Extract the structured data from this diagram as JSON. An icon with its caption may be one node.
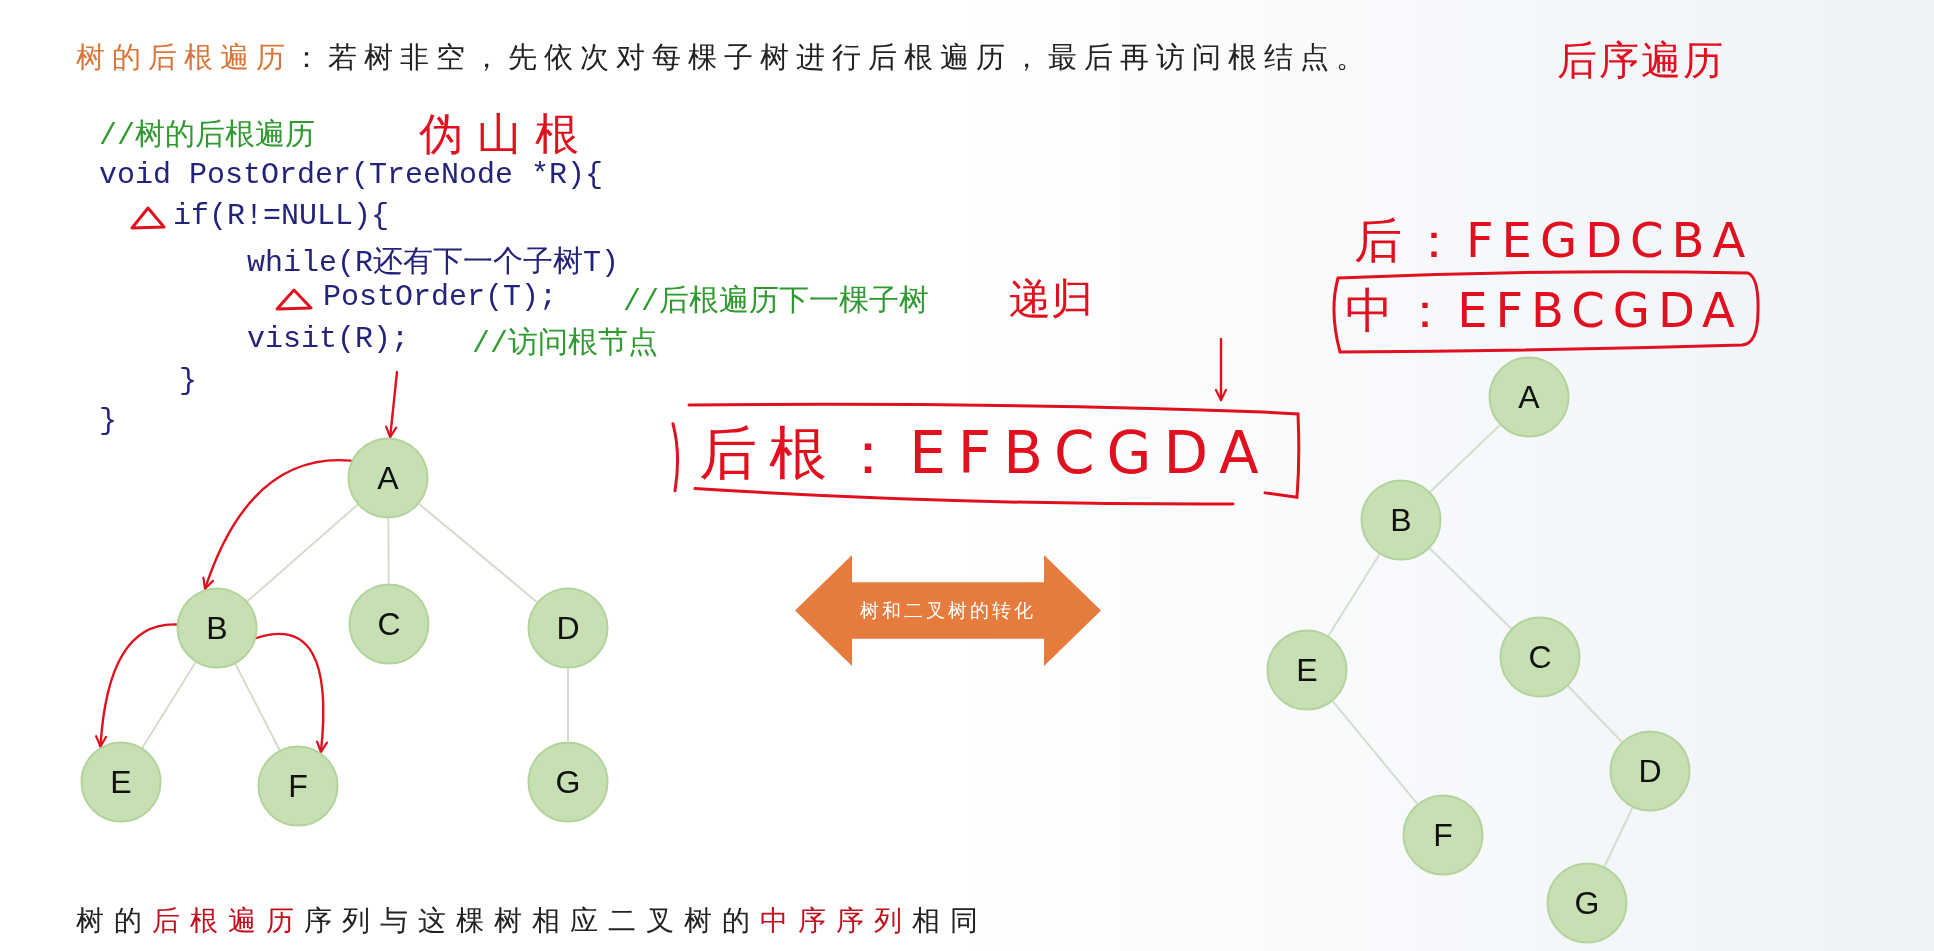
{
  "diagram": {
    "title": "**树的后根遍历**：若树非空，先依次对每棵子树进行后根遍历，最后再访问根结点。",
    "caption": "树的**后根遍历**序列与这棵树相应二叉树的**中序序列**相同",
    "nodes": [
      {
        "text": [
          "A"
        ]
      },
      {
        "text": [
          "B"
        ]
      },
      {
        "text": [
          "C"
        ]
      },
      {
        "text": [
          "D"
        ]
      },
      {
        "text": [
          "E"
        ]
      },
      {
        "text": [
          "F"
        ]
      },
      {
        "text": [
          "G"
        ]
      },
      {
        "text": [
          "后根：EFBCGDA"
        ]
      },
      {
        "text": [
          "树和二叉树的转化"
        ]
      },
      {
        "text": [
          "中：EFBCGDA"
        ]
      },
      {
        "text": [
          "A"
        ]
      },
      {
        "text": [
          "B"
        ]
      },
      {
        "text": [
          "E"
        ]
      },
      {
        "text": [
          "C"
        ]
      },
      {
        "text": [
          "F"
        ]
      },
      {
        "text": [
          "D"
        ]
      },
      {
        "text": [
          "G"
        ]
      }
    ],
    "edges": [
      {
        "from": 0,
        "to": 1,
        "arrow": "none"
      },
      {
        "from": 0,
        "to": 2,
        "arrow": "none"
      },
      {
        "from": 0,
        "to": 3,
        "arrow": "none"
      },
      {
        "from": 1,
        "to": 4,
        "arrow": "none"
      },
      {
        "from": 1,
        "to": 5,
        "arrow": "none"
      },
      {
        "from": 3,
        "to": 6,
        "arrow": "none"
      },
      {
        "from": 0,
        "to": 1,
        "arrow": "to",
        "color": "#e0101e"
      },
      {
        "from": 1,
        "to": 4,
        "arrow": "to",
        "color": "#e0101e"
      },
      {
        "from": 1,
        "to": 5,
        "arrow": "to",
        "color": "#e0101e"
      },
      {
        "from": null,
        "to": 0,
        "arrow": "to",
        "color": "#e0101e"
      },
      {
        "from": null,
        "to": 7,
        "arrow": "to",
        "color": "#e0101e"
      },
      {
        "from": 10,
        "to": 11,
        "arrow": "none"
      },
      {
        "from": 11,
        "to": 12,
        "arrow": "none"
      },
      {
        "from": 11,
        "to": 13,
        "arrow": "none"
      },
      {
        "from": 12,
        "to": 14,
        "arrow": "none"
      },
      {
        "from": 13,
        "to": 15,
        "arrow": "none"
      },
      {
        "from": 15,
        "to": 16,
        "arrow": "none"
      }
    ],
    "labels": [
      "后序遍历",
      "//树的后根遍历",
      "伪 山 根",
      "void PostOrder(TreeNode *R){",
      "if(R!=NULL){",
      "while(R还有下一个子树T)",
      "PostOrder(T);",
      "//后根遍历下一棵子树",
      "递归",
      "visit(R);",
      "//访问根节点",
      "}",
      "}",
      "后：FEGDCBA"
    ]
  }
}
